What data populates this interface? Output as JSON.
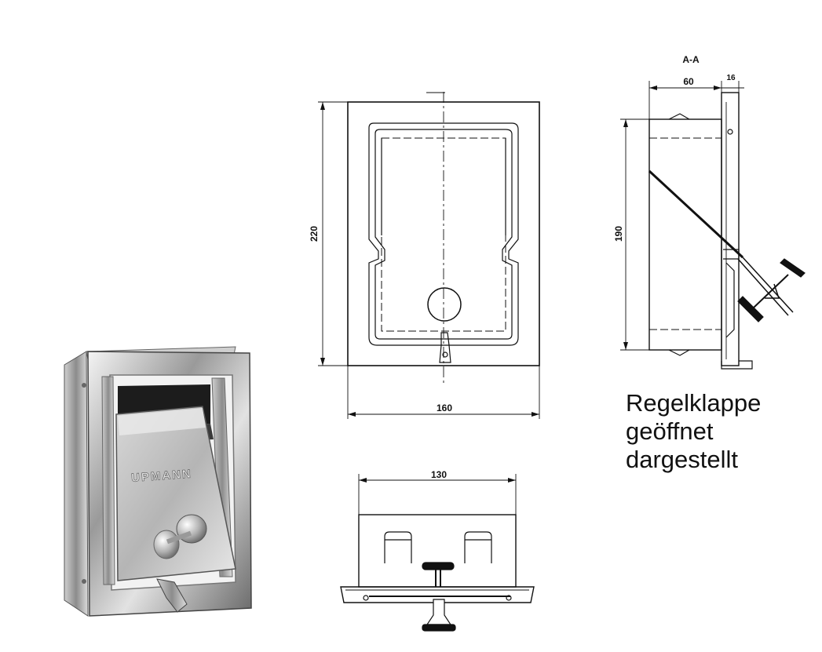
{
  "photo": {
    "brand": "UPMANN"
  },
  "front_view": {
    "height_label": "220",
    "width_label": "160"
  },
  "section_view": {
    "title": "A-A",
    "depth_label": "60",
    "flange_label": "16",
    "height_label": "190"
  },
  "bottom_view": {
    "width_label": "130"
  },
  "caption": {
    "line1": "Regelklappe",
    "line2": "geöffnet",
    "line3": "dargestellt"
  }
}
